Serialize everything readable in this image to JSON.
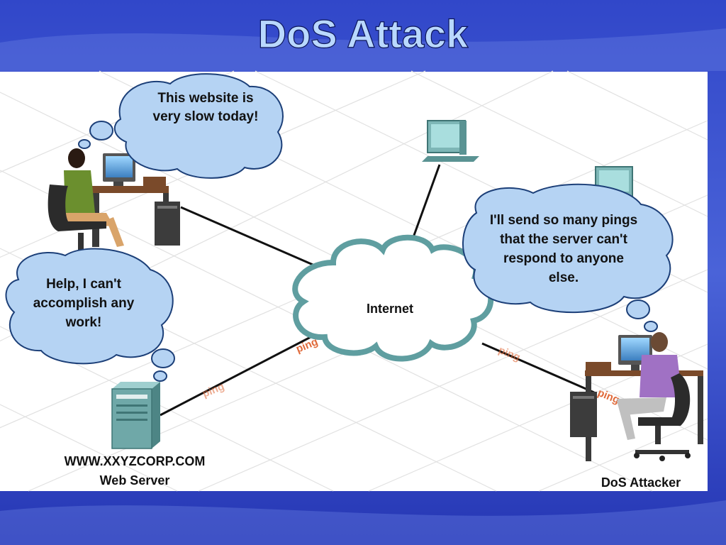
{
  "slide": {
    "title": "DoS Attack"
  },
  "diagram": {
    "bubbles": {
      "victim_top": [
        "This website is",
        "very slow today!"
      ],
      "victim_side": [
        "Help, I can't",
        "accomplish any",
        "work!"
      ],
      "attacker": [
        "I'll send so many pings",
        "that the server can't",
        "respond to anyone",
        "else."
      ]
    },
    "cloud_label": "Internet",
    "server_labels": [
      "WWW.XXYZCORP.COM",
      "Web Server"
    ],
    "attacker_label": "DoS Attacker",
    "ping_labels": [
      "ping",
      "ping",
      "ping",
      "ping"
    ]
  },
  "colors": {
    "slide_background": "#1f2fa8",
    "title_text": "#b9d8ff",
    "bubble_fill": "#b5d3f3",
    "bubble_stroke": "#1c3f78",
    "cloud_stroke": "#5f9ea0",
    "ping_text": "#e06a3a",
    "equipment": "#6fa8a8"
  }
}
